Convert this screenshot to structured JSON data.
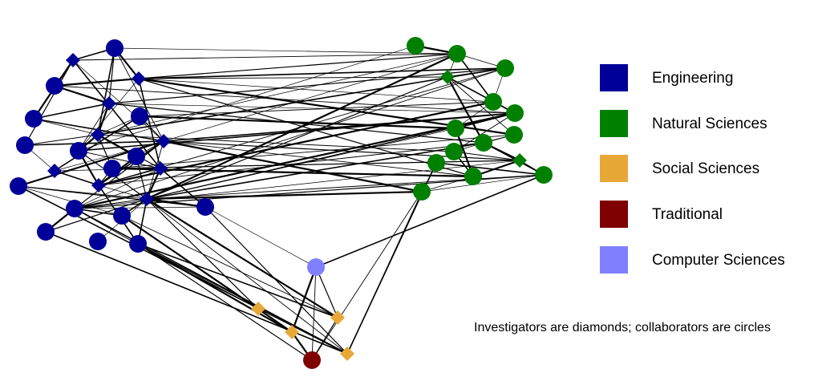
{
  "legend": {
    "items": [
      {
        "label": "Engineering",
        "color": "#000099"
      },
      {
        "label": "Natural Sciences",
        "color": "#008000"
      },
      {
        "label": "Social Sciences",
        "color": "#E8A838"
      },
      {
        "label": "Traditional",
        "color": "#7F0000"
      },
      {
        "label": "Computer Sciences",
        "color": "#8080FF"
      }
    ]
  },
  "note": "Investigators are diamonds; collaborators are circles",
  "network": {
    "nodes": [
      {
        "id": "e1",
        "category": "Engineering",
        "shape": "circle"
      },
      {
        "id": "e2",
        "category": "Engineering",
        "shape": "diamond"
      },
      {
        "id": "e3",
        "category": "Engineering",
        "shape": "circle"
      },
      {
        "id": "e4",
        "category": "Engineering",
        "shape": "diamond"
      },
      {
        "id": "e5",
        "category": "Engineering",
        "shape": "diamond"
      },
      {
        "id": "e6",
        "category": "Engineering",
        "shape": "circle"
      },
      {
        "id": "e7",
        "category": "Engineering",
        "shape": "circle"
      },
      {
        "id": "e8",
        "category": "Engineering",
        "shape": "diamond"
      },
      {
        "id": "e9",
        "category": "Engineering",
        "shape": "circle"
      },
      {
        "id": "e10",
        "category": "Engineering",
        "shape": "circle"
      },
      {
        "id": "e11",
        "category": "Engineering",
        "shape": "diamond"
      },
      {
        "id": "e12",
        "category": "Engineering",
        "shape": "circle"
      },
      {
        "id": "e13",
        "category": "Engineering",
        "shape": "diamond"
      },
      {
        "id": "e14",
        "category": "Engineering",
        "shape": "diamond"
      },
      {
        "id": "e15",
        "category": "Engineering",
        "shape": "circle"
      },
      {
        "id": "e16",
        "category": "Engineering",
        "shape": "diamond"
      },
      {
        "id": "e17",
        "category": "Engineering",
        "shape": "diamond"
      },
      {
        "id": "e18",
        "category": "Engineering",
        "shape": "circle"
      },
      {
        "id": "e19",
        "category": "Engineering",
        "shape": "circle"
      },
      {
        "id": "e20",
        "category": "Engineering",
        "shape": "circle"
      },
      {
        "id": "e21",
        "category": "Engineering",
        "shape": "circle"
      },
      {
        "id": "e22",
        "category": "Engineering",
        "shape": "circle"
      },
      {
        "id": "e23",
        "category": "Engineering",
        "shape": "circle"
      },
      {
        "id": "e24",
        "category": "Engineering",
        "shape": "circle"
      },
      {
        "id": "n1",
        "category": "Natural Sciences",
        "shape": "circle"
      },
      {
        "id": "n2",
        "category": "Natural Sciences",
        "shape": "circle"
      },
      {
        "id": "n3",
        "category": "Natural Sciences",
        "shape": "diamond"
      },
      {
        "id": "n4",
        "category": "Natural Sciences",
        "shape": "circle"
      },
      {
        "id": "n5",
        "category": "Natural Sciences",
        "shape": "circle"
      },
      {
        "id": "n6",
        "category": "Natural Sciences",
        "shape": "circle"
      },
      {
        "id": "n7",
        "category": "Natural Sciences",
        "shape": "circle"
      },
      {
        "id": "n8",
        "category": "Natural Sciences",
        "shape": "circle"
      },
      {
        "id": "n9",
        "category": "Natural Sciences",
        "shape": "circle"
      },
      {
        "id": "n10",
        "category": "Natural Sciences",
        "shape": "circle"
      },
      {
        "id": "n11",
        "category": "Natural Sciences",
        "shape": "circle"
      },
      {
        "id": "n12",
        "category": "Natural Sciences",
        "shape": "diamond"
      },
      {
        "id": "n13",
        "category": "Natural Sciences",
        "shape": "circle"
      },
      {
        "id": "n14",
        "category": "Natural Sciences",
        "shape": "circle"
      },
      {
        "id": "n15",
        "category": "Natural Sciences",
        "shape": "circle"
      },
      {
        "id": "c1",
        "category": "Computer Sciences",
        "shape": "circle"
      },
      {
        "id": "s1",
        "category": "Social Sciences",
        "shape": "diamond"
      },
      {
        "id": "s2",
        "category": "Social Sciences",
        "shape": "diamond"
      },
      {
        "id": "s3",
        "category": "Social Sciences",
        "shape": "diamond"
      },
      {
        "id": "s4",
        "category": "Social Sciences",
        "shape": "diamond"
      },
      {
        "id": "t1",
        "category": "Traditional",
        "shape": "circle"
      }
    ],
    "edges": [
      [
        "e2",
        "e1"
      ],
      [
        "e2",
        "e3"
      ],
      [
        "e2",
        "e6"
      ],
      [
        "e2",
        "e9"
      ],
      [
        "e2",
        "e11"
      ],
      [
        "e2",
        "e13"
      ],
      [
        "e2",
        "n2"
      ],
      [
        "e1",
        "e4"
      ],
      [
        "e1",
        "e5"
      ],
      [
        "e1",
        "n2"
      ],
      [
        "e1",
        "e8"
      ],
      [
        "e1",
        "e11"
      ],
      [
        "e4",
        "e3"
      ],
      [
        "e4",
        "n2"
      ],
      [
        "e4",
        "n5"
      ],
      [
        "e4",
        "n4"
      ],
      [
        "e4",
        "n3"
      ],
      [
        "e4",
        "n8"
      ],
      [
        "e4",
        "n11"
      ],
      [
        "e4",
        "e10"
      ],
      [
        "e4",
        "e13"
      ],
      [
        "e3",
        "n6"
      ],
      [
        "e3",
        "e5"
      ],
      [
        "e5",
        "n4"
      ],
      [
        "e5",
        "n6"
      ],
      [
        "e5",
        "e6"
      ],
      [
        "e5",
        "e10"
      ],
      [
        "e5",
        "e8"
      ],
      [
        "e5",
        "n9"
      ],
      [
        "e7",
        "e8"
      ],
      [
        "e7",
        "e14"
      ],
      [
        "e7",
        "n5"
      ],
      [
        "e7",
        "n7"
      ],
      [
        "e7",
        "e11"
      ],
      [
        "e6",
        "e8"
      ],
      [
        "e6",
        "e11"
      ],
      [
        "e8",
        "e9"
      ],
      [
        "e8",
        "e10"
      ],
      [
        "e8",
        "e13"
      ],
      [
        "e8",
        "n2"
      ],
      [
        "e8",
        "n4"
      ],
      [
        "e8",
        "n10"
      ],
      [
        "e8",
        "e12"
      ],
      [
        "e8",
        "e15"
      ],
      [
        "e9",
        "e14"
      ],
      [
        "e9",
        "e11"
      ],
      [
        "e10",
        "e13"
      ],
      [
        "e10",
        "e16"
      ],
      [
        "e10",
        "e17"
      ],
      [
        "e10",
        "n1"
      ],
      [
        "e10",
        "n6"
      ],
      [
        "e12",
        "e11"
      ],
      [
        "e12",
        "e16"
      ],
      [
        "e12",
        "e17"
      ],
      [
        "e11",
        "e14"
      ],
      [
        "e11",
        "e16"
      ],
      [
        "e11",
        "e17"
      ],
      [
        "e11",
        "e19"
      ],
      [
        "e11",
        "e18"
      ],
      [
        "e11",
        "n2"
      ],
      [
        "e11",
        "n6"
      ],
      [
        "e11",
        "n11"
      ],
      [
        "e11",
        "n14"
      ],
      [
        "e11",
        "n12"
      ],
      [
        "e14",
        "e13"
      ],
      [
        "e14",
        "e16"
      ],
      [
        "e13",
        "e16"
      ],
      [
        "e13",
        "e17"
      ],
      [
        "e13",
        "e15"
      ],
      [
        "e13",
        "e18"
      ],
      [
        "e13",
        "e21"
      ],
      [
        "e16",
        "n4"
      ],
      [
        "e16",
        "n5"
      ],
      [
        "e16",
        "e15"
      ],
      [
        "e16",
        "e17"
      ],
      [
        "e16",
        "e24"
      ],
      [
        "e16",
        "n9"
      ],
      [
        "e17",
        "n2"
      ],
      [
        "e17",
        "n3"
      ],
      [
        "e17",
        "n7"
      ],
      [
        "e17",
        "n9"
      ],
      [
        "e17",
        "n13"
      ],
      [
        "e17",
        "n14"
      ],
      [
        "e17",
        "n6"
      ],
      [
        "e17",
        "e19"
      ],
      [
        "e17",
        "e20"
      ],
      [
        "e17",
        "e18"
      ],
      [
        "e17",
        "e21"
      ],
      [
        "e17",
        "e22"
      ],
      [
        "e17",
        "e23"
      ],
      [
        "e17",
        "e24"
      ],
      [
        "e17",
        "s4"
      ],
      [
        "e17",
        "s3"
      ],
      [
        "e17",
        "s1"
      ],
      [
        "e18",
        "e21"
      ],
      [
        "e18",
        "e20"
      ],
      [
        "e18",
        "n4"
      ],
      [
        "e18",
        "n6"
      ],
      [
        "e18",
        "n13"
      ],
      [
        "e18",
        "n12"
      ],
      [
        "e18",
        "s4"
      ],
      [
        "e18",
        "s2"
      ],
      [
        "e18",
        "e22"
      ],
      [
        "e19",
        "e21"
      ],
      [
        "e19",
        "e20"
      ],
      [
        "e19",
        "s4"
      ],
      [
        "e20",
        "s3"
      ],
      [
        "e20",
        "s2"
      ],
      [
        "e21",
        "s4"
      ],
      [
        "e21",
        "c1"
      ],
      [
        "e22",
        "s4"
      ],
      [
        "e24",
        "s4"
      ],
      [
        "e24",
        "s2"
      ],
      [
        "e24",
        "t1"
      ],
      [
        "e24",
        "s1"
      ],
      [
        "e24",
        "s3"
      ],
      [
        "e15",
        "n8"
      ],
      [
        "e15",
        "n11"
      ],
      [
        "e15",
        "n12"
      ],
      [
        "n2",
        "n3"
      ],
      [
        "n2",
        "n5"
      ],
      [
        "n2",
        "n4"
      ],
      [
        "n2",
        "n1"
      ],
      [
        "n4",
        "n3"
      ],
      [
        "n4",
        "n5"
      ],
      [
        "n3",
        "n6"
      ],
      [
        "n3",
        "n8"
      ],
      [
        "n3",
        "n9"
      ],
      [
        "n5",
        "n6"
      ],
      [
        "n5",
        "n7"
      ],
      [
        "n6",
        "n7"
      ],
      [
        "n6",
        "n10"
      ],
      [
        "n7",
        "n11"
      ],
      [
        "n8",
        "n9"
      ],
      [
        "n9",
        "n10"
      ],
      [
        "n10",
        "n11"
      ],
      [
        "n10",
        "n12"
      ],
      [
        "n11",
        "n12"
      ],
      [
        "n12",
        "n13"
      ],
      [
        "n13",
        "n14"
      ],
      [
        "n13",
        "n15"
      ],
      [
        "n13",
        "n12"
      ],
      [
        "n9",
        "n12"
      ],
      [
        "n9",
        "n13"
      ],
      [
        "n11",
        "n14"
      ],
      [
        "c1",
        "n13"
      ],
      [
        "c1",
        "t1"
      ],
      [
        "c1",
        "s2"
      ],
      [
        "c1",
        "s3"
      ],
      [
        "n14",
        "s4"
      ],
      [
        "n15",
        "s4"
      ],
      [
        "n14",
        "t1"
      ],
      [
        "s2",
        "t1"
      ],
      [
        "s3",
        "t1"
      ]
    ]
  }
}
